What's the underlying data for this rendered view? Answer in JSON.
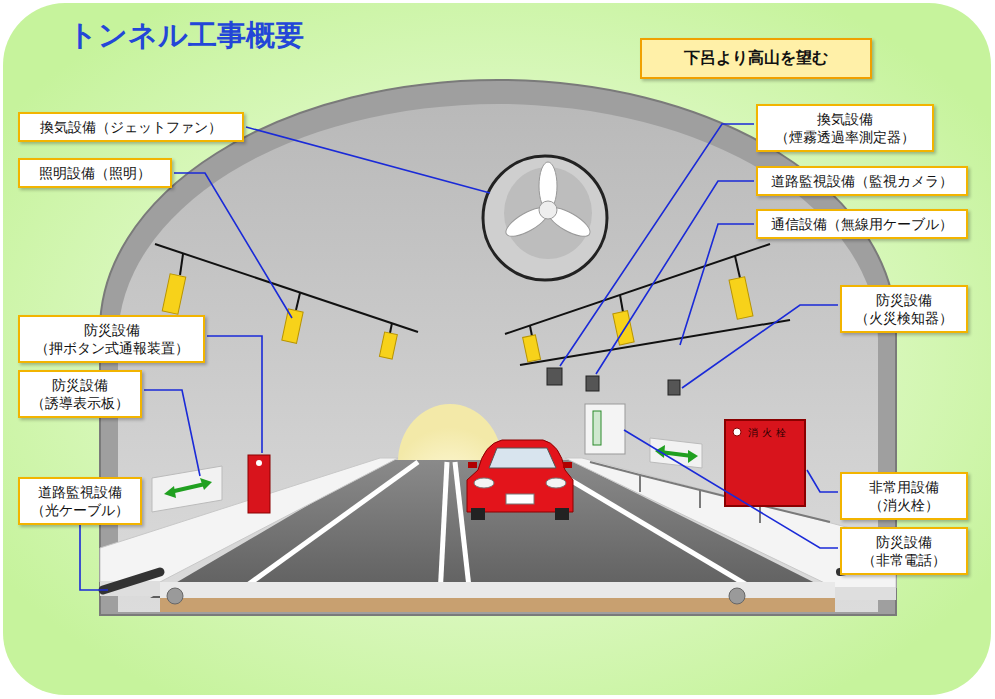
{
  "diagram": {
    "title": "トンネル工事概要",
    "nodes": [
      {
        "text": [
          "下呂より高山を望む"
        ]
      },
      {
        "text": [
          "換気設備（ジェットファン）"
        ]
      },
      {
        "text": [
          "換気設備 （煙霧透過率測定器）"
        ]
      },
      {
        "text": [
          "照明設備（照明）"
        ]
      },
      {
        "text": [
          "道路監視設備（監視カメラ）"
        ]
      },
      {
        "text": [
          "通信設備（無線用ケーブル）"
        ]
      },
      {
        "text": [
          "防災設備 （火災検知器）"
        ]
      },
      {
        "text": [
          "防災設備 （押ボタン式通報装置）"
        ]
      },
      {
        "text": [
          "防災設備 （誘導表示板）"
        ]
      },
      {
        "text": [
          "道路監視設備 （光ケーブル）"
        ]
      },
      {
        "text": [
          "非常用設備 （消火栓）"
        ]
      },
      {
        "text": [
          "防災設備 （非常電話）"
        ]
      }
    ],
    "labels": [
      "消火栓"
    ]
  }
}
